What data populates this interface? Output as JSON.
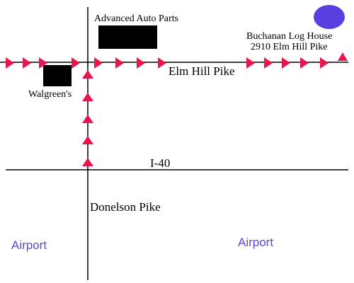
{
  "roads": {
    "elm_hill_pike": "Elm Hill Pike",
    "i40": "I-40",
    "donelson_pike": "Donelson Pike"
  },
  "landmarks": {
    "advanced_auto_parts": "Advanced Auto Parts",
    "walgreens": "Walgreen's",
    "destination_name": "Buchanan Log House",
    "destination_address": "2910 Elm Hill Pike",
    "airport_left": "Airport",
    "airport_right": "Airport"
  },
  "colors": {
    "road": "#000000",
    "route_arrow": "#e8154f",
    "destination_marker": "#5a3fe0",
    "airport_label": "#5b47d6",
    "building": "#000000"
  },
  "icons": {
    "route_marker": "route-arrow-icon",
    "destination": "destination-marker-icon",
    "building": "building-icon"
  }
}
